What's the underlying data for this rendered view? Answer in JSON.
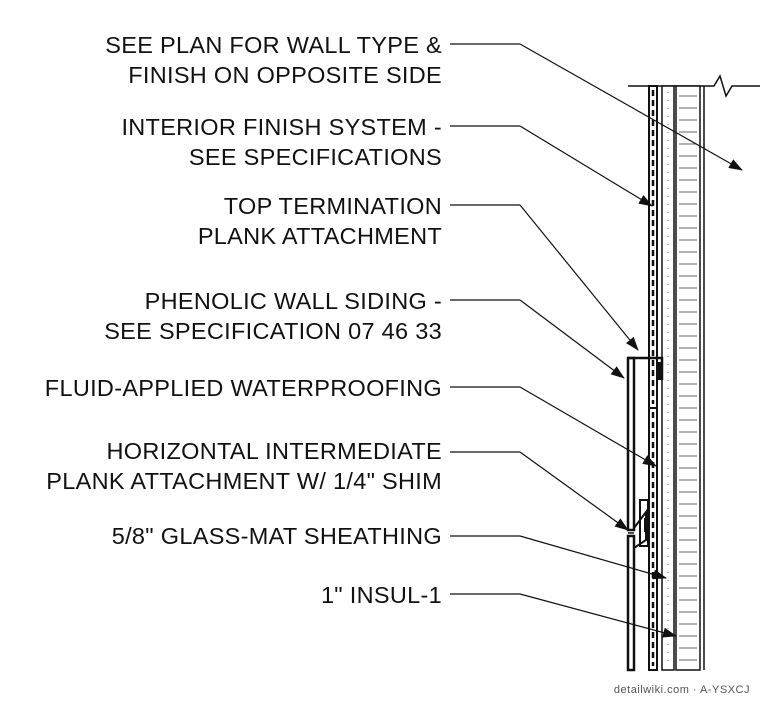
{
  "callouts": [
    {
      "id": "wall-type",
      "lines": [
        "SEE PLAN FOR WALL TYPE &",
        "FINISH ON OPPOSITE SIDE"
      ]
    },
    {
      "id": "interior-finish",
      "lines": [
        "INTERIOR FINISH SYSTEM -",
        "SEE SPECIFICATIONS"
      ]
    },
    {
      "id": "top-termination",
      "lines": [
        "TOP TERMINATION",
        "PLANK ATTACHMENT"
      ]
    },
    {
      "id": "phenolic-siding",
      "lines": [
        "PHENOLIC WALL SIDING -",
        "SEE SPECIFICATION 07 46 33"
      ]
    },
    {
      "id": "waterproofing",
      "lines": [
        "FLUID-APPLIED WATERPROOFING"
      ]
    },
    {
      "id": "intermediate-attachment",
      "lines": [
        "HORIZONTAL INTERMEDIATE",
        "PLANK ATTACHMENT W/ 1/4\" SHIM"
      ]
    },
    {
      "id": "sheathing",
      "lines": [
        "5/8\" GLASS-MAT SHEATHING"
      ]
    },
    {
      "id": "insulation",
      "lines": [
        "1\" INSUL-1"
      ]
    }
  ],
  "watermark": "detailwiki.com · A-YSXCJ",
  "colors": {
    "ink": "#111111",
    "paper": "#ffffff"
  }
}
